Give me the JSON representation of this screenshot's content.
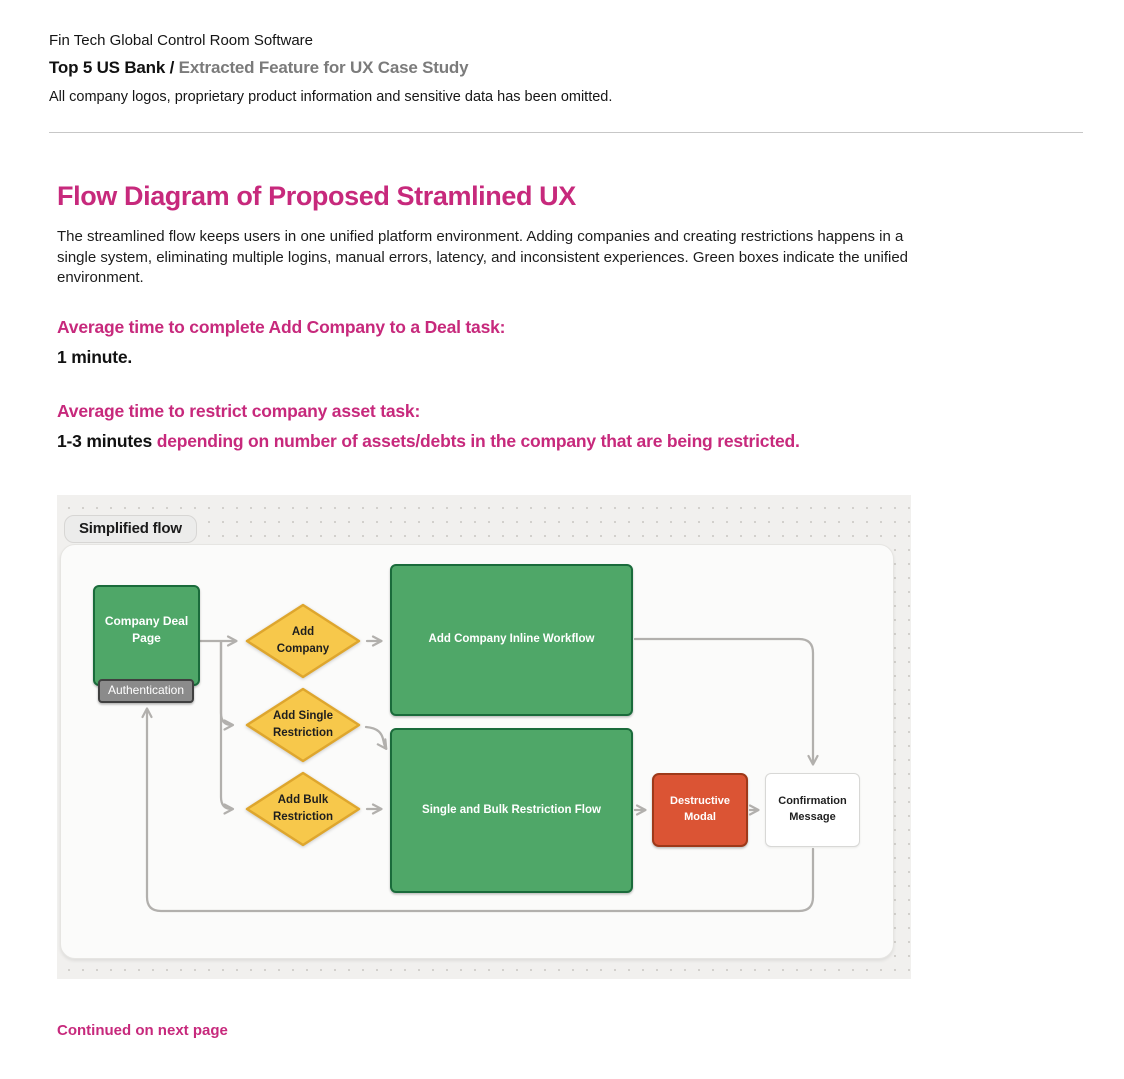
{
  "header": {
    "line1": "Fin Tech Global Control Room Software",
    "line2_primary": "Top 5 US Bank /",
    "line2_secondary": " Extracted Feature for UX Case Study",
    "disclaimer": "All company logos, proprietary product information and sensitive data has been omitted."
  },
  "section": {
    "title": "Flow Diagram of Proposed Stramlined UX",
    "description": "The streamlined flow keeps users in one unified platform environment. Adding companies and creating restrictions happens in a single system, eliminating multiple logins, manual errors, latency, and inconsistent experiences. Green boxes indicate the unified environment.",
    "metric1_label": "Average time to complete Add Company to a Deal task:",
    "metric1_value": "1 minute.",
    "metric2_label": "Average time to restrict company asset task:",
    "metric2_value_bold": "1-3 minutes",
    "metric2_value_rest": " depending on number of assets/debts in the company that are being restricted."
  },
  "diagram": {
    "label": "Simplified flow",
    "nodes": {
      "company_deal_page": "Company Deal Page",
      "authentication": "Authentication",
      "add_company": "Add Company",
      "add_single_restriction": "Add Single Restriction",
      "add_bulk_restriction": "Add Bulk Restriction",
      "add_company_inline_workflow": "Add Company Inline Workflow",
      "single_bulk_flow": "Single and Bulk Restriction Flow",
      "destructive_modal": "Destructive Modal",
      "confirmation_message": "Confirmation Message"
    },
    "colors": {
      "unified_green_fill": "#4fa768",
      "unified_green_border": "#1a6b3b",
      "decision_yellow_fill": "#f7c84b",
      "decision_yellow_border": "#dea62e",
      "destructive_red_fill": "#db5434",
      "destructive_red_border": "#9e3919",
      "auth_gray_fill": "#8b8b8b",
      "auth_gray_border": "#404040",
      "arrow_gray": "#b2b0ad",
      "accent_pink": "#c7297c"
    }
  },
  "footer": {
    "continued": "Continued on next page"
  }
}
